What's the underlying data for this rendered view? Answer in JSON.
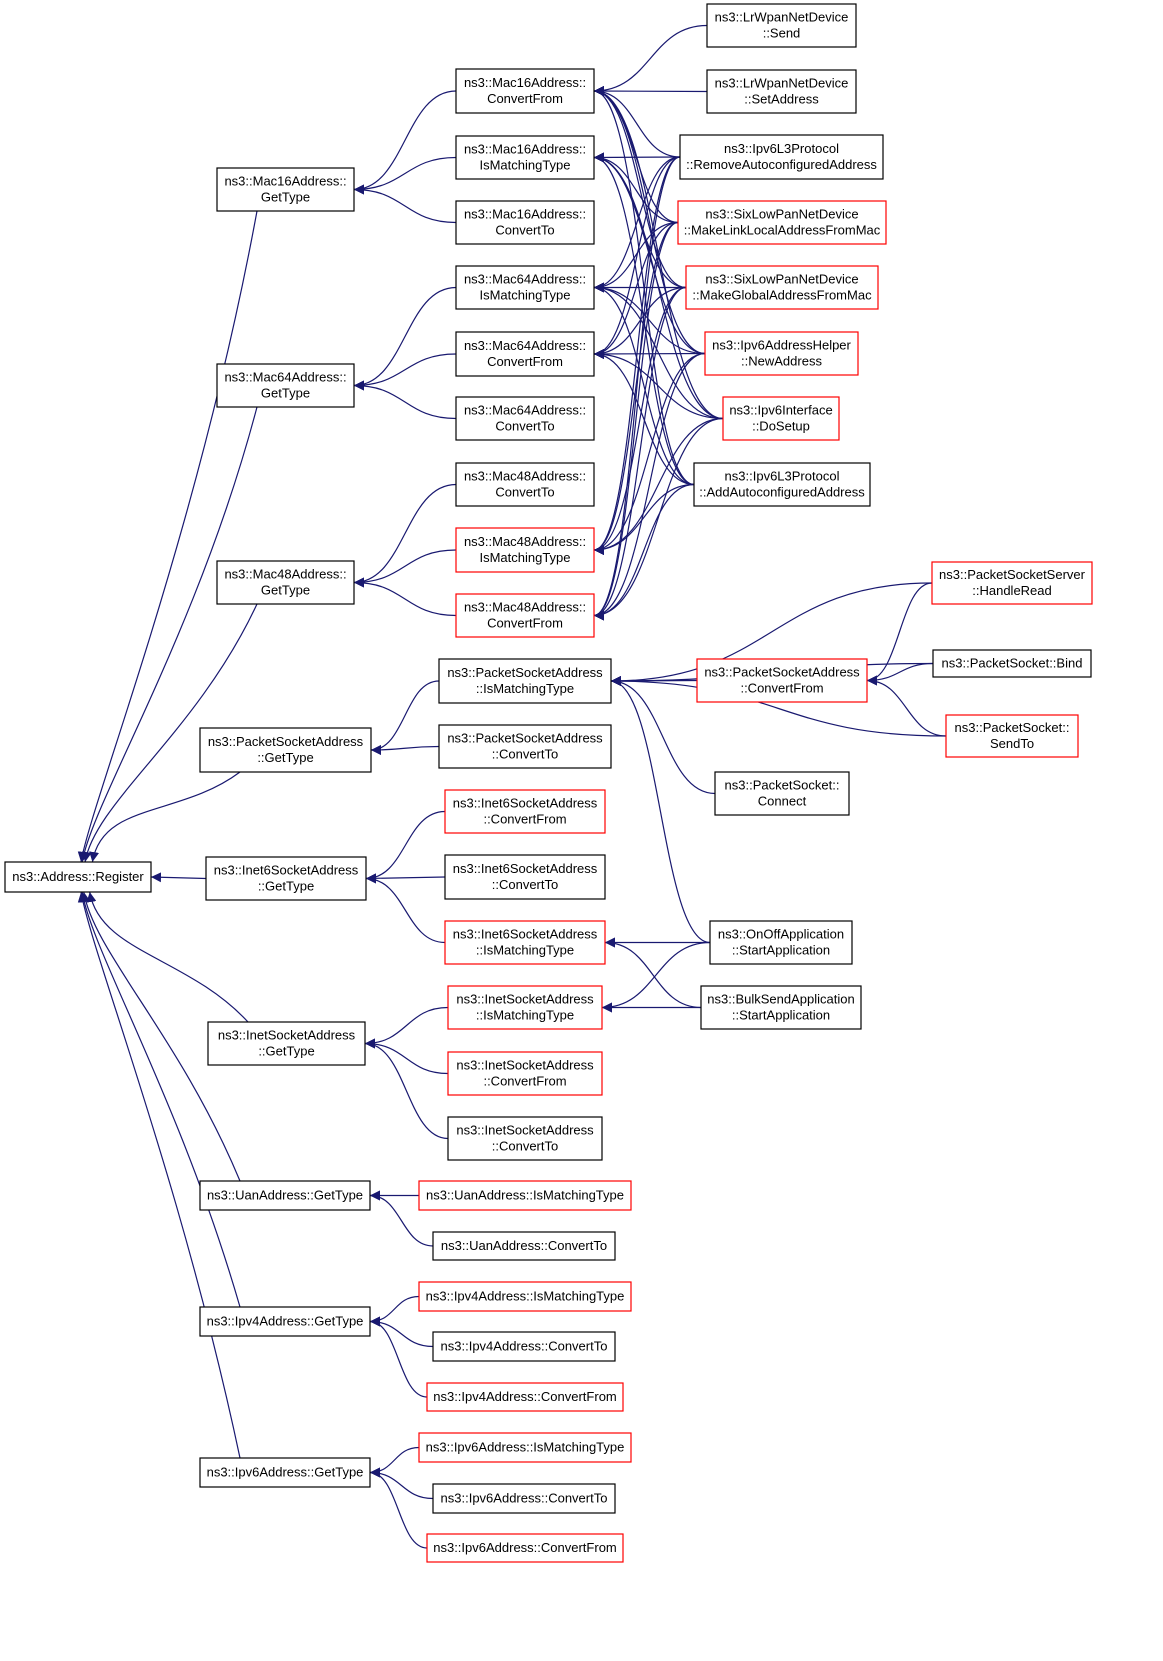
{
  "colors": {
    "edge": "#191970",
    "border_normal": "#000000",
    "border_incomplete": "#ff0000",
    "root_fill": "#bfbfbf",
    "node_fill": "#ffffff",
    "text": "#000000"
  },
  "nodes": [
    {
      "id": "root",
      "lines": [
        "ns3::Address::Register"
      ],
      "style": "root"
    },
    {
      "id": "mac16_gt",
      "lines": [
        "ns3::Mac16Address::",
        "GetType"
      ],
      "style": "normal"
    },
    {
      "id": "mac64_gt",
      "lines": [
        "ns3::Mac64Address::",
        "GetType"
      ],
      "style": "normal"
    },
    {
      "id": "mac48_gt",
      "lines": [
        "ns3::Mac48Address::",
        "GetType"
      ],
      "style": "normal"
    },
    {
      "id": "psa_gt",
      "lines": [
        "ns3::PacketSocketAddress",
        "::GetType"
      ],
      "style": "normal"
    },
    {
      "id": "i6sa_gt",
      "lines": [
        "ns3::Inet6SocketAddress",
        "::GetType"
      ],
      "style": "normal"
    },
    {
      "id": "isa_gt",
      "lines": [
        "ns3::InetSocketAddress",
        "::GetType"
      ],
      "style": "normal"
    },
    {
      "id": "uan_gt",
      "lines": [
        "ns3::UanAddress::GetType"
      ],
      "style": "normal"
    },
    {
      "id": "ipv4_gt",
      "lines": [
        "ns3::Ipv4Address::GetType"
      ],
      "style": "normal"
    },
    {
      "id": "ipv6_gt",
      "lines": [
        "ns3::Ipv6Address::GetType"
      ],
      "style": "normal"
    },
    {
      "id": "mac16_cf",
      "lines": [
        "ns3::Mac16Address::",
        "ConvertFrom"
      ],
      "style": "normal"
    },
    {
      "id": "mac16_imt",
      "lines": [
        "ns3::Mac16Address::",
        "IsMatchingType"
      ],
      "style": "normal"
    },
    {
      "id": "mac16_ct",
      "lines": [
        "ns3::Mac16Address::",
        "ConvertTo"
      ],
      "style": "normal"
    },
    {
      "id": "mac64_imt",
      "lines": [
        "ns3::Mac64Address::",
        "IsMatchingType"
      ],
      "style": "normal"
    },
    {
      "id": "mac64_cf",
      "lines": [
        "ns3::Mac64Address::",
        "ConvertFrom"
      ],
      "style": "normal"
    },
    {
      "id": "mac64_ct",
      "lines": [
        "ns3::Mac64Address::",
        "ConvertTo"
      ],
      "style": "normal"
    },
    {
      "id": "mac48_ct",
      "lines": [
        "ns3::Mac48Address::",
        "ConvertTo"
      ],
      "style": "normal"
    },
    {
      "id": "mac48_imt",
      "lines": [
        "ns3::Mac48Address::",
        "IsMatchingType"
      ],
      "style": "incomplete"
    },
    {
      "id": "mac48_cf",
      "lines": [
        "ns3::Mac48Address::",
        "ConvertFrom"
      ],
      "style": "incomplete"
    },
    {
      "id": "psa_imt",
      "lines": [
        "ns3::PacketSocketAddress",
        "::IsMatchingType"
      ],
      "style": "normal"
    },
    {
      "id": "psa_ct",
      "lines": [
        "ns3::PacketSocketAddress",
        "::ConvertTo"
      ],
      "style": "normal"
    },
    {
      "id": "i6sa_cf",
      "lines": [
        "ns3::Inet6SocketAddress",
        "::ConvertFrom"
      ],
      "style": "incomplete"
    },
    {
      "id": "i6sa_ct",
      "lines": [
        "ns3::Inet6SocketAddress",
        "::ConvertTo"
      ],
      "style": "normal"
    },
    {
      "id": "i6sa_imt",
      "lines": [
        "ns3::Inet6SocketAddress",
        "::IsMatchingType"
      ],
      "style": "incomplete"
    },
    {
      "id": "isa_imt",
      "lines": [
        "ns3::InetSocketAddress",
        "::IsMatchingType"
      ],
      "style": "incomplete"
    },
    {
      "id": "isa_cf",
      "lines": [
        "ns3::InetSocketAddress",
        "::ConvertFrom"
      ],
      "style": "incomplete"
    },
    {
      "id": "isa_ct",
      "lines": [
        "ns3::InetSocketAddress",
        "::ConvertTo"
      ],
      "style": "normal"
    },
    {
      "id": "uan_imt",
      "lines": [
        "ns3::UanAddress::IsMatchingType"
      ],
      "style": "incomplete"
    },
    {
      "id": "uan_ct",
      "lines": [
        "ns3::UanAddress::ConvertTo"
      ],
      "style": "normal"
    },
    {
      "id": "ipv4_imt",
      "lines": [
        "ns3::Ipv4Address::IsMatchingType"
      ],
      "style": "incomplete"
    },
    {
      "id": "ipv4_ct",
      "lines": [
        "ns3::Ipv4Address::ConvertTo"
      ],
      "style": "normal"
    },
    {
      "id": "ipv4_cf",
      "lines": [
        "ns3::Ipv4Address::ConvertFrom"
      ],
      "style": "incomplete"
    },
    {
      "id": "ipv6_imt",
      "lines": [
        "ns3::Ipv6Address::IsMatchingType"
      ],
      "style": "incomplete"
    },
    {
      "id": "ipv6_ct",
      "lines": [
        "ns3::Ipv6Address::ConvertTo"
      ],
      "style": "normal"
    },
    {
      "id": "ipv6_cf",
      "lines": [
        "ns3::Ipv6Address::ConvertFrom"
      ],
      "style": "incomplete"
    },
    {
      "id": "lrw_send",
      "lines": [
        "ns3::LrWpanNetDevice",
        "::Send"
      ],
      "style": "normal"
    },
    {
      "id": "lrw_setaddr",
      "lines": [
        "ns3::LrWpanNetDevice",
        "::SetAddress"
      ],
      "style": "normal"
    },
    {
      "id": "ipv6l3_remove",
      "lines": [
        "ns3::Ipv6L3Protocol",
        "::RemoveAutoconfiguredAddress"
      ],
      "style": "normal"
    },
    {
      "id": "sixlow_mlla",
      "lines": [
        "ns3::SixLowPanNetDevice",
        "::MakeLinkLocalAddressFromMac"
      ],
      "style": "incomplete"
    },
    {
      "id": "sixlow_mga",
      "lines": [
        "ns3::SixLowPanNetDevice",
        "::MakeGlobalAddressFromMac"
      ],
      "style": "incomplete"
    },
    {
      "id": "ipv6ah_new",
      "lines": [
        "ns3::Ipv6AddressHelper",
        "::NewAddress"
      ],
      "style": "incomplete"
    },
    {
      "id": "ipv6if_dosetup",
      "lines": [
        "ns3::Ipv6Interface",
        "::DoSetup"
      ],
      "style": "incomplete"
    },
    {
      "id": "ipv6l3_add",
      "lines": [
        "ns3::Ipv6L3Protocol",
        "::AddAutoconfiguredAddress"
      ],
      "style": "normal"
    },
    {
      "id": "pss_handleread",
      "lines": [
        "ns3::PacketSocketServer",
        "::HandleRead"
      ],
      "style": "incomplete"
    },
    {
      "id": "psa_cf",
      "lines": [
        "ns3::PacketSocketAddress",
        "::ConvertFrom"
      ],
      "style": "incomplete"
    },
    {
      "id": "ps_bind",
      "lines": [
        "ns3::PacketSocket::Bind"
      ],
      "style": "normal"
    },
    {
      "id": "ps_sendto",
      "lines": [
        "ns3::PacketSocket::",
        "SendTo"
      ],
      "style": "incomplete"
    },
    {
      "id": "ps_connect",
      "lines": [
        "ns3::PacketSocket::",
        "Connect"
      ],
      "style": "normal"
    },
    {
      "id": "onoff_start",
      "lines": [
        "ns3::OnOffApplication",
        "::StartApplication"
      ],
      "style": "normal"
    },
    {
      "id": "bulk_start",
      "lines": [
        "ns3::BulkSendApplication",
        "::StartApplication"
      ],
      "style": "normal"
    }
  ],
  "edges": [
    [
      "root",
      "mac16_gt"
    ],
    [
      "root",
      "mac64_gt"
    ],
    [
      "root",
      "mac48_gt"
    ],
    [
      "root",
      "psa_gt"
    ],
    [
      "root",
      "i6sa_gt"
    ],
    [
      "root",
      "isa_gt"
    ],
    [
      "root",
      "uan_gt"
    ],
    [
      "root",
      "ipv4_gt"
    ],
    [
      "root",
      "ipv6_gt"
    ],
    [
      "mac16_gt",
      "mac16_cf"
    ],
    [
      "mac16_gt",
      "mac16_imt"
    ],
    [
      "mac16_gt",
      "mac16_ct"
    ],
    [
      "mac64_gt",
      "mac64_imt"
    ],
    [
      "mac64_gt",
      "mac64_cf"
    ],
    [
      "mac64_gt",
      "mac64_ct"
    ],
    [
      "mac48_gt",
      "mac48_ct"
    ],
    [
      "mac48_gt",
      "mac48_imt"
    ],
    [
      "mac48_gt",
      "mac48_cf"
    ],
    [
      "psa_gt",
      "psa_imt"
    ],
    [
      "psa_gt",
      "psa_ct"
    ],
    [
      "i6sa_gt",
      "i6sa_cf"
    ],
    [
      "i6sa_gt",
      "i6sa_ct"
    ],
    [
      "i6sa_gt",
      "i6sa_imt"
    ],
    [
      "isa_gt",
      "isa_imt"
    ],
    [
      "isa_gt",
      "isa_cf"
    ],
    [
      "isa_gt",
      "isa_ct"
    ],
    [
      "uan_gt",
      "uan_imt"
    ],
    [
      "uan_gt",
      "uan_ct"
    ],
    [
      "ipv4_gt",
      "ipv4_imt"
    ],
    [
      "ipv4_gt",
      "ipv4_ct"
    ],
    [
      "ipv4_gt",
      "ipv4_cf"
    ],
    [
      "ipv6_gt",
      "ipv6_imt"
    ],
    [
      "ipv6_gt",
      "ipv6_ct"
    ],
    [
      "ipv6_gt",
      "ipv6_cf"
    ],
    [
      "mac16_cf",
      "lrw_send"
    ],
    [
      "mac16_cf",
      "lrw_setaddr"
    ],
    [
      "mac16_cf",
      "ipv6l3_remove"
    ],
    [
      "mac16_cf",
      "sixlow_mlla"
    ],
    [
      "mac16_cf",
      "sixlow_mga"
    ],
    [
      "mac16_cf",
      "ipv6ah_new"
    ],
    [
      "mac16_cf",
      "ipv6if_dosetup"
    ],
    [
      "mac16_cf",
      "ipv6l3_add"
    ],
    [
      "mac16_imt",
      "ipv6l3_remove"
    ],
    [
      "mac16_imt",
      "sixlow_mlla"
    ],
    [
      "mac16_imt",
      "sixlow_mga"
    ],
    [
      "mac16_imt",
      "ipv6ah_new"
    ],
    [
      "mac16_imt",
      "ipv6if_dosetup"
    ],
    [
      "mac16_imt",
      "ipv6l3_add"
    ],
    [
      "mac64_imt",
      "ipv6l3_remove"
    ],
    [
      "mac64_imt",
      "sixlow_mlla"
    ],
    [
      "mac64_imt",
      "sixlow_mga"
    ],
    [
      "mac64_imt",
      "ipv6ah_new"
    ],
    [
      "mac64_imt",
      "ipv6if_dosetup"
    ],
    [
      "mac64_imt",
      "ipv6l3_add"
    ],
    [
      "mac64_cf",
      "ipv6l3_remove"
    ],
    [
      "mac64_cf",
      "sixlow_mlla"
    ],
    [
      "mac64_cf",
      "sixlow_mga"
    ],
    [
      "mac64_cf",
      "ipv6ah_new"
    ],
    [
      "mac64_cf",
      "ipv6if_dosetup"
    ],
    [
      "mac64_cf",
      "ipv6l3_add"
    ],
    [
      "mac48_imt",
      "ipv6l3_remove"
    ],
    [
      "mac48_imt",
      "sixlow_mlla"
    ],
    [
      "mac48_imt",
      "sixlow_mga"
    ],
    [
      "mac48_imt",
      "ipv6ah_new"
    ],
    [
      "mac48_imt",
      "ipv6if_dosetup"
    ],
    [
      "mac48_imt",
      "ipv6l3_add"
    ],
    [
      "mac48_cf",
      "ipv6l3_remove"
    ],
    [
      "mac48_cf",
      "sixlow_mlla"
    ],
    [
      "mac48_cf",
      "sixlow_mga"
    ],
    [
      "mac48_cf",
      "ipv6ah_new"
    ],
    [
      "mac48_cf",
      "ipv6if_dosetup"
    ],
    [
      "mac48_cf",
      "ipv6l3_add"
    ],
    [
      "psa_imt",
      "pss_handleread"
    ],
    [
      "psa_imt",
      "psa_cf"
    ],
    [
      "psa_imt",
      "ps_bind"
    ],
    [
      "psa_imt",
      "ps_sendto"
    ],
    [
      "psa_imt",
      "ps_connect"
    ],
    [
      "psa_imt",
      "onoff_start"
    ],
    [
      "psa_cf",
      "pss_handleread"
    ],
    [
      "psa_cf",
      "ps_bind"
    ],
    [
      "psa_cf",
      "ps_sendto"
    ],
    [
      "i6sa_imt",
      "onoff_start"
    ],
    [
      "i6sa_imt",
      "bulk_start"
    ],
    [
      "isa_imt",
      "onoff_start"
    ],
    [
      "isa_imt",
      "bulk_start"
    ]
  ]
}
